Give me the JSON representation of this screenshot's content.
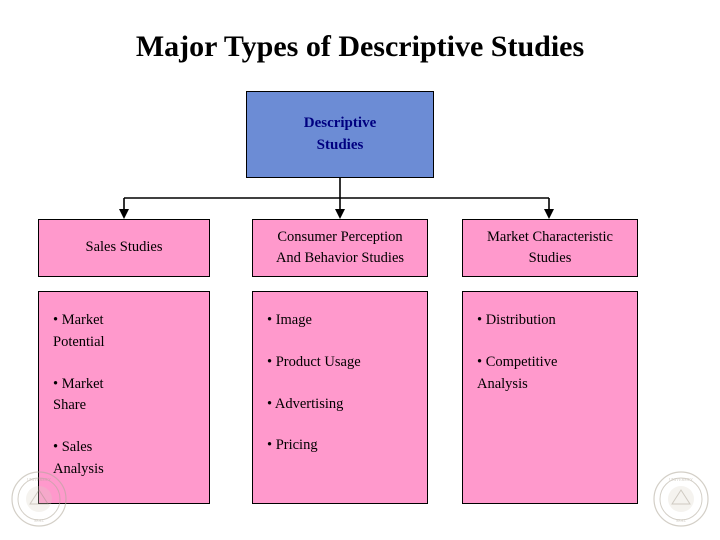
{
  "slide": {
    "title": "Major Types of Descriptive Studies",
    "colors": {
      "top_box_fill": "#6C8CD5",
      "top_box_text": "#000080",
      "column_fill": "#FF99CC",
      "border": "#000000",
      "title_text": "#000000"
    },
    "top_box": {
      "label": "Descriptive\nStudies"
    },
    "columns": [
      {
        "header": "Sales Studies",
        "items": [
          "• Market\n   Potential",
          "• Market\n   Share",
          "• Sales\n   Analysis"
        ]
      },
      {
        "header": "Consumer Perception\nAnd Behavior Studies",
        "items": [
          "• Image",
          "• Product Usage",
          "• Advertising",
          "• Pricing"
        ]
      },
      {
        "header": "Market Characteristic\nStudies",
        "items": [
          "• Distribution",
          "• Competitive\n   Analysis"
        ]
      }
    ],
    "watermarks": {
      "left_seal": "university-seal-icon",
      "right_seal": "university-seal-icon"
    }
  }
}
